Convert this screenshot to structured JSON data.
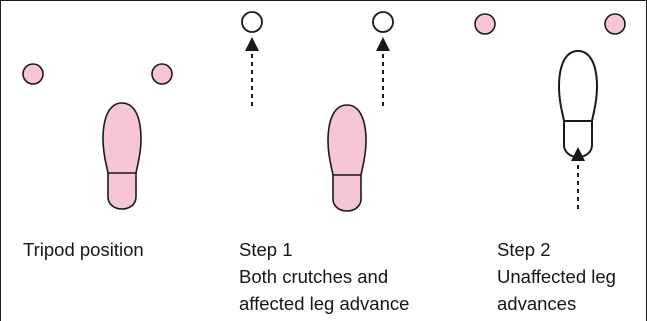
{
  "colors": {
    "foot_fill": "#f7c6d6",
    "crutch_fill": "#f7c6d6",
    "outline": "#1a1a1a",
    "background": "#ffffff"
  },
  "panels": [
    {
      "title": "Tripod position",
      "lines": []
    },
    {
      "title": "Step 1",
      "lines": [
        "Both crutches and",
        "affected leg advance"
      ]
    },
    {
      "title": "Step 2",
      "lines": [
        "Unaffected leg",
        "advances"
      ]
    }
  ]
}
